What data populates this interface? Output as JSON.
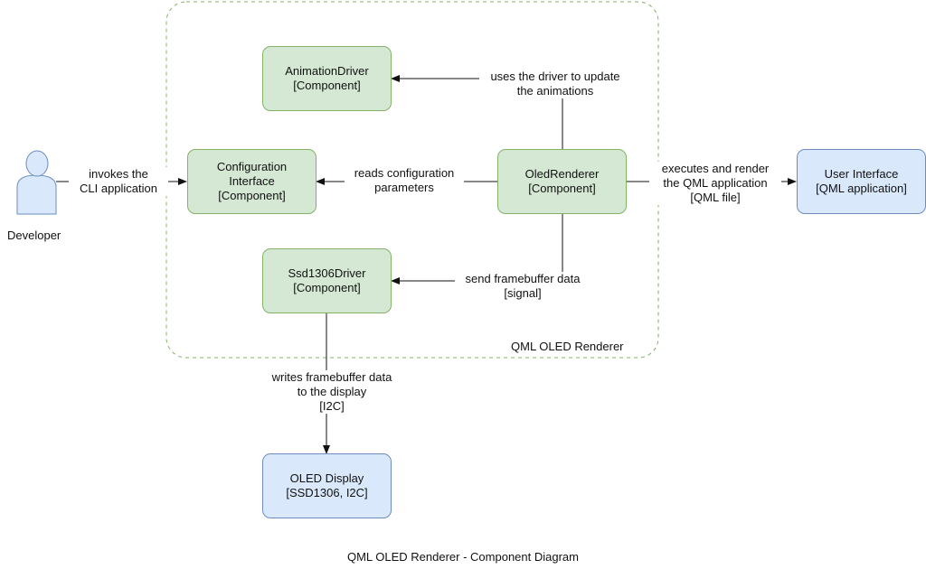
{
  "boundary": {
    "label": "QML OLED Renderer"
  },
  "actor": {
    "name": "Developer"
  },
  "nodes": {
    "animation_driver": {
      "name": "AnimationDriver",
      "type": "[Component]"
    },
    "configuration_interface": {
      "name_line1": "Configuration",
      "name_line2": "Interface",
      "type": "[Component]"
    },
    "oled_renderer": {
      "name": "OledRenderer",
      "type": "[Component]"
    },
    "ssd1306_driver": {
      "name": "Ssd1306Driver",
      "type": "[Component]"
    },
    "user_interface": {
      "name": "User Interface",
      "type": "[QML application]"
    },
    "oled_display": {
      "name": "OLED Display",
      "type": "[SSD1306, I2C]"
    }
  },
  "edges": {
    "developer_to_config": {
      "line1": "invokes the",
      "line2": "CLI application"
    },
    "renderer_to_animation": {
      "line1": "uses the driver to update",
      "line2": "the animations"
    },
    "renderer_to_config": {
      "line1": "reads configuration",
      "line2": "parameters"
    },
    "renderer_to_ui": {
      "line1": "executes and render",
      "line2": "the QML application",
      "line3": "[QML file]"
    },
    "renderer_to_ssd": {
      "line1": "send framebuffer data",
      "line2": "[signal]"
    },
    "ssd_to_display": {
      "line1": "writes framebuffer data",
      "line2": "to the display",
      "line3": "[I2C]"
    }
  },
  "caption": "QML OLED Renderer - Component Diagram"
}
